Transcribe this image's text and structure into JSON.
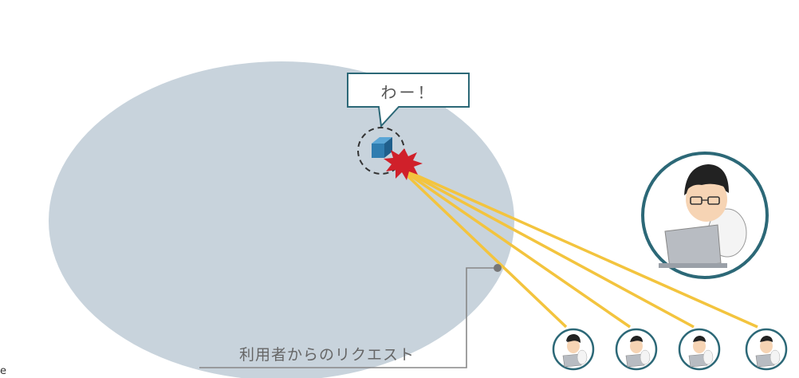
{
  "speech_bubble": {
    "text": "わー！"
  },
  "request_label": "利用者からのリクエスト",
  "corner_text": "e",
  "colors": {
    "ellipse": "#c8d3dc",
    "beam": "#f3c43e",
    "burst": "#d0202a",
    "cube": "#2f7db0",
    "ring": "#2c6877",
    "callout_line": "#888888"
  }
}
